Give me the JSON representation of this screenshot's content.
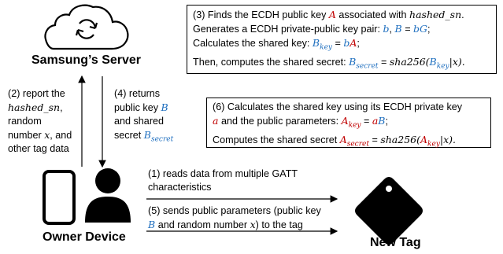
{
  "colors": {
    "red": "#c00000",
    "blue": "#1f6fbf",
    "stroke": "#000000"
  },
  "server": {
    "label": "Samsung’s Server",
    "icon": "cloud-sync-icon"
  },
  "owner": {
    "label": "Owner Device",
    "icon": "phone-user-icon"
  },
  "tag": {
    "label": "New Tag",
    "icon": "tag-icon"
  },
  "step2": {
    "prefix": "(2) report the",
    "hashed": "hashed_sn",
    "comma": ",",
    "random": "random",
    "number": "number",
    "x": "x",
    "and": ", and",
    "other": "other tag data"
  },
  "step4": {
    "line1": "(4) returns",
    "line2a": "public key",
    "B": "B",
    "line3": "and shared",
    "line4a": "secret",
    "Bsec_base": "B",
    "Bsec_sub": "secret"
  },
  "step3": {
    "l1a": "(3) Finds the ECDH public key",
    "A": "A",
    "l1b": "associated with",
    "hashed": "hashed_sn",
    "l1c": ".",
    "l2a": "Generates a ECDH private-public key pair:",
    "b": "b",
    "l2b": ",",
    "B": "B",
    "l2c": "=",
    "bG": "bG",
    "l2d": ";",
    "l3a": "Calculates the shared key:",
    "Bkey_base": "B",
    "Bkey_sub": "key",
    "l3b": "=",
    "bA_b": "b",
    "bA_A": "A",
    "l3c": ";",
    "l4a": "Then, computes the shared secret:",
    "Bsec_base": "B",
    "Bsec_sub": "secret",
    "l4b": "=",
    "sha": "sha256(",
    "Bkey2_base": "B",
    "Bkey2_sub": "key",
    "l4c": "|x).",
    "l4x": ""
  },
  "step6": {
    "l1": "(6) Calculates the shared key using its ECDH private key",
    "a": "a",
    "l2a": "and the public parameters:",
    "Akey_base": "A",
    "Akey_sub": "key",
    "l2b": "=",
    "aB_a": "a",
    "aB_B": "B",
    "l2c": ";",
    "l3a": "Computes the shared secret",
    "Asec_base": "A",
    "Asec_sub": "secret",
    "l3b": "=",
    "sha": "sha256(",
    "Akey2_base": "A",
    "Akey2_sub": "key",
    "l3c": "|x)."
  },
  "step1": {
    "line1": "(1) reads data from multiple GATT",
    "line2": "characteristics"
  },
  "step5": {
    "line1": "(5) sends public parameters (public key",
    "B": "B",
    "line2": "and random number",
    "x": "x",
    "line2b": ") to the tag"
  }
}
